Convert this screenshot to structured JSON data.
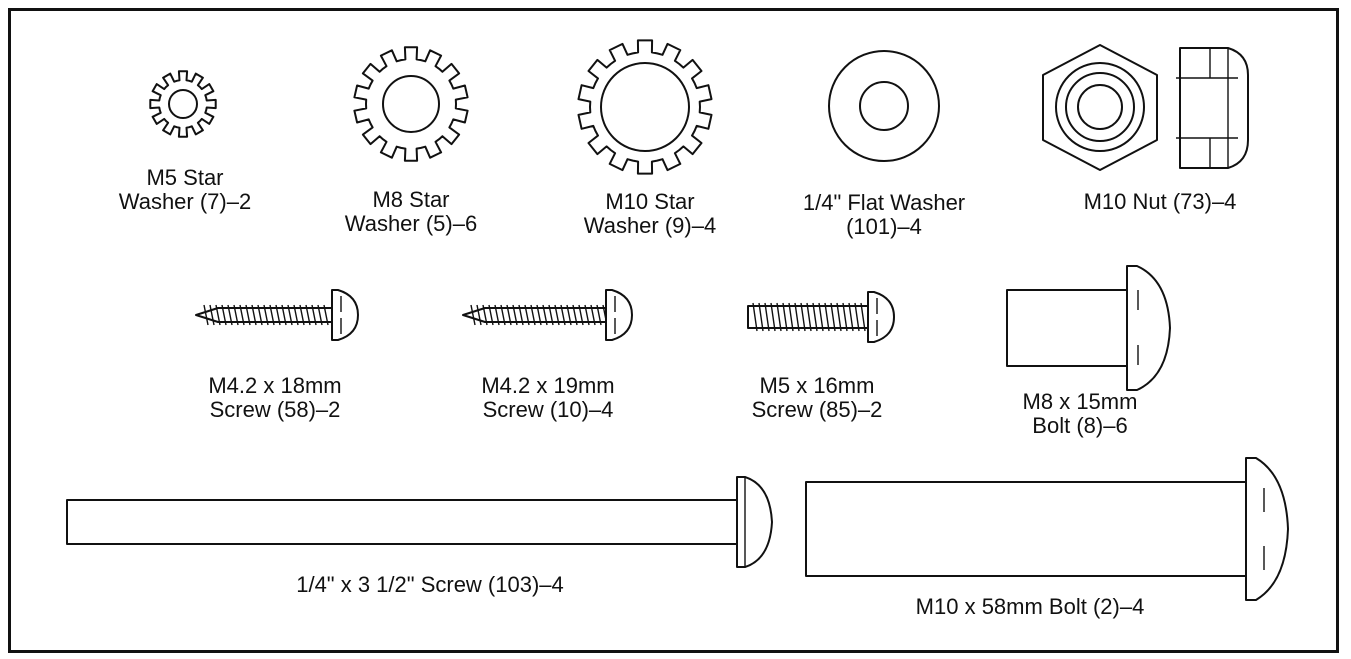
{
  "parts": [
    {
      "id": "m5-star-washer",
      "lines": [
        "M5 Star",
        "Washer (7)–2"
      ]
    },
    {
      "id": "m8-star-washer",
      "lines": [
        "M8 Star",
        "Washer (5)–6"
      ]
    },
    {
      "id": "m10-star-washer",
      "lines": [
        "M10 Star",
        "Washer (9)–4"
      ]
    },
    {
      "id": "flat-washer",
      "lines": [
        "1/4\" Flat Washer",
        "(101)–4"
      ]
    },
    {
      "id": "m10-nut",
      "lines": [
        "M10 Nut (73)–4"
      ]
    },
    {
      "id": "m42-18-screw",
      "lines": [
        "M4.2 x 18mm",
        "Screw (58)–2"
      ]
    },
    {
      "id": "m42-19-screw",
      "lines": [
        "M4.2 x 19mm",
        "Screw (10)–4"
      ]
    },
    {
      "id": "m5-16-screw",
      "lines": [
        "M5 x 16mm",
        "Screw (85)–2"
      ]
    },
    {
      "id": "m8-15-bolt",
      "lines": [
        "M8 x 15mm",
        "Bolt (8)–6"
      ]
    },
    {
      "id": "long-screw",
      "lines": [
        "1/4\" x 3 1/2\" Screw (103)–4"
      ]
    },
    {
      "id": "m10-58-bolt",
      "lines": [
        "M10 x 58mm Bolt (2)–4"
      ]
    }
  ]
}
